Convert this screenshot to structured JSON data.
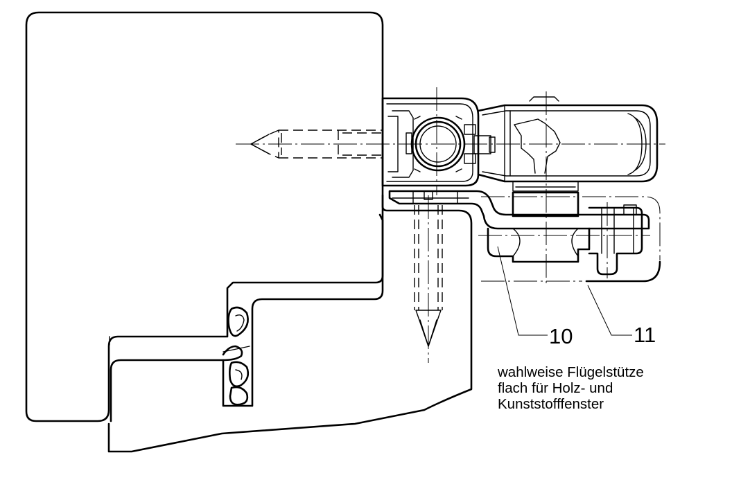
{
  "callouts": [
    {
      "id": "10",
      "label": "10"
    },
    {
      "id": "11",
      "label": "11"
    }
  ],
  "note": {
    "lines": [
      "wahlweise Flügelstütze",
      "flach für Holz- und",
      "Kunststofffenster"
    ]
  }
}
